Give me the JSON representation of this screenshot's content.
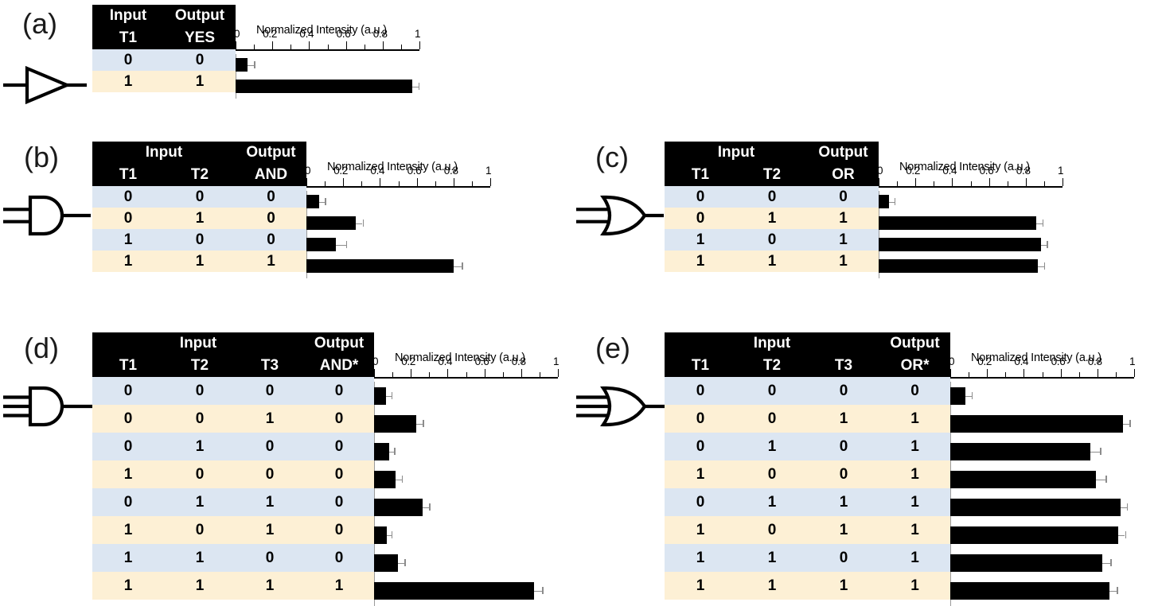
{
  "figure": {
    "axis_title": "Normalized Intensity (a.u.)",
    "axis_ticks": [
      "0",
      "0.2",
      "0.4",
      "0.6",
      "0.8",
      "1"
    ],
    "axis_min": 0,
    "axis_max": 1,
    "colors": {
      "header_bg": "#000000",
      "header_text": "#ffffff",
      "row_blue": "#dce6f2",
      "row_cream": "#fdf0d5",
      "bar": "#000000",
      "error_bar": "#808080"
    }
  },
  "panels": [
    {
      "letter": "(a)",
      "gate": "buffer-yes-gate",
      "inputs": 1,
      "header_groups": [
        "Input",
        "Output"
      ],
      "columns": [
        "T1",
        "YES"
      ],
      "rows": [
        {
          "cells": [
            "0",
            "0"
          ],
          "shade": "blue"
        },
        {
          "cells": [
            "1",
            "1"
          ],
          "shade": "cream"
        }
      ],
      "chart_data": {
        "type": "bar",
        "title": "Normalized Intensity (a.u.)",
        "xlabel": "Normalized Intensity (a.u.)",
        "ylabel": "",
        "orientation": "horizontal",
        "xlim": [
          0,
          1
        ],
        "xticks": [
          0,
          0.2,
          0.4,
          0.6,
          0.8,
          1
        ],
        "categories": [
          "0",
          "1"
        ],
        "values": [
          0.065,
          0.96
        ],
        "errors": [
          0.035,
          0.035
        ],
        "grid": false,
        "legend": "none"
      }
    },
    {
      "letter": "(b)",
      "gate": "and-gate",
      "inputs": 2,
      "header_groups": [
        "Input",
        "Output"
      ],
      "columns": [
        "T1",
        "T2",
        "AND"
      ],
      "rows": [
        {
          "cells": [
            "0",
            "0",
            "0"
          ],
          "shade": "blue"
        },
        {
          "cells": [
            "0",
            "1",
            "0"
          ],
          "shade": "cream"
        },
        {
          "cells": [
            "1",
            "0",
            "0"
          ],
          "shade": "blue"
        },
        {
          "cells": [
            "1",
            "1",
            "1"
          ],
          "shade": "cream"
        }
      ],
      "chart_data": {
        "type": "bar",
        "title": "Normalized Intensity (a.u.)",
        "xlabel": "Normalized Intensity (a.u.)",
        "ylabel": "",
        "orientation": "horizontal",
        "xlim": [
          0,
          1
        ],
        "xticks": [
          0,
          0.2,
          0.4,
          0.6,
          0.8,
          1
        ],
        "categories": [
          "00",
          "01",
          "10",
          "11"
        ],
        "values": [
          0.07,
          0.27,
          0.16,
          0.8
        ],
        "errors": [
          0.03,
          0.035,
          0.055,
          0.045
        ],
        "grid": false,
        "legend": "none"
      }
    },
    {
      "letter": "(c)",
      "gate": "or-gate",
      "inputs": 2,
      "header_groups": [
        "Input",
        "Output"
      ],
      "columns": [
        "T1",
        "T2",
        "OR"
      ],
      "rows": [
        {
          "cells": [
            "0",
            "0",
            "0"
          ],
          "shade": "blue"
        },
        {
          "cells": [
            "0",
            "1",
            "1"
          ],
          "shade": "cream"
        },
        {
          "cells": [
            "1",
            "0",
            "1"
          ],
          "shade": "blue"
        },
        {
          "cells": [
            "1",
            "1",
            "1"
          ],
          "shade": "cream"
        }
      ],
      "chart_data": {
        "type": "bar",
        "title": "Normalized Intensity (a.u.)",
        "xlabel": "Normalized Intensity (a.u.)",
        "ylabel": "",
        "orientation": "horizontal",
        "xlim": [
          0,
          1
        ],
        "xticks": [
          0,
          0.2,
          0.4,
          0.6,
          0.8,
          1
        ],
        "categories": [
          "00",
          "01",
          "10",
          "11"
        ],
        "values": [
          0.055,
          0.855,
          0.885,
          0.865
        ],
        "errors": [
          0.03,
          0.035,
          0.03,
          0.035
        ],
        "grid": false,
        "legend": "none"
      }
    },
    {
      "letter": "(d)",
      "gate": "and3-gate",
      "inputs": 3,
      "header_groups": [
        "Input",
        "Output"
      ],
      "columns": [
        "T1",
        "T2",
        "T3",
        "AND*"
      ],
      "rows": [
        {
          "cells": [
            "0",
            "0",
            "0",
            "0"
          ],
          "shade": "blue"
        },
        {
          "cells": [
            "0",
            "0",
            "1",
            "0"
          ],
          "shade": "cream"
        },
        {
          "cells": [
            "0",
            "1",
            "0",
            "0"
          ],
          "shade": "blue"
        },
        {
          "cells": [
            "1",
            "0",
            "0",
            "0"
          ],
          "shade": "cream"
        },
        {
          "cells": [
            "0",
            "1",
            "1",
            "0"
          ],
          "shade": "blue"
        },
        {
          "cells": [
            "1",
            "0",
            "1",
            "0"
          ],
          "shade": "cream"
        },
        {
          "cells": [
            "1",
            "1",
            "0",
            "0"
          ],
          "shade": "blue"
        },
        {
          "cells": [
            "1",
            "1",
            "1",
            "1"
          ],
          "shade": "cream"
        }
      ],
      "chart_data": {
        "type": "bar",
        "title": "Normalized Intensity (a.u.)",
        "xlabel": "Normalized Intensity (a.u.)",
        "ylabel": "",
        "orientation": "horizontal",
        "xlim": [
          0,
          1
        ],
        "xticks": [
          0,
          0.2,
          0.4,
          0.6,
          0.8,
          1
        ],
        "categories": [
          "000",
          "001",
          "010",
          "100",
          "011",
          "101",
          "110",
          "111"
        ],
        "values": [
          0.065,
          0.23,
          0.08,
          0.115,
          0.265,
          0.07,
          0.13,
          0.87
        ],
        "errors": [
          0.03,
          0.035,
          0.03,
          0.035,
          0.035,
          0.025,
          0.035,
          0.045
        ],
        "grid": false,
        "legend": "none"
      }
    },
    {
      "letter": "(e)",
      "gate": "or3-gate",
      "inputs": 3,
      "header_groups": [
        "Input",
        "Output"
      ],
      "columns": [
        "T1",
        "T2",
        "T3",
        "OR*"
      ],
      "rows": [
        {
          "cells": [
            "0",
            "0",
            "0",
            "0"
          ],
          "shade": "blue"
        },
        {
          "cells": [
            "0",
            "0",
            "1",
            "1"
          ],
          "shade": "cream"
        },
        {
          "cells": [
            "0",
            "1",
            "0",
            "1"
          ],
          "shade": "blue"
        },
        {
          "cells": [
            "1",
            "0",
            "0",
            "1"
          ],
          "shade": "cream"
        },
        {
          "cells": [
            "0",
            "1",
            "1",
            "1"
          ],
          "shade": "blue"
        },
        {
          "cells": [
            "1",
            "0",
            "1",
            "1"
          ],
          "shade": "cream"
        },
        {
          "cells": [
            "1",
            "1",
            "0",
            "1"
          ],
          "shade": "blue"
        },
        {
          "cells": [
            "1",
            "1",
            "1",
            "1"
          ],
          "shade": "cream"
        }
      ],
      "chart_data": {
        "type": "bar",
        "title": "Normalized Intensity (a.u.)",
        "xlabel": "Normalized Intensity (a.u.)",
        "ylabel": "",
        "orientation": "horizontal",
        "xlim": [
          0,
          1
        ],
        "xticks": [
          0,
          0.2,
          0.4,
          0.6,
          0.8,
          1
        ],
        "categories": [
          "000",
          "001",
          "010",
          "100",
          "011",
          "101",
          "110",
          "111"
        ],
        "values": [
          0.08,
          0.94,
          0.76,
          0.79,
          0.925,
          0.915,
          0.825,
          0.865
        ],
        "errors": [
          0.035,
          0.035,
          0.055,
          0.055,
          0.035,
          0.035,
          0.045,
          0.04
        ],
        "grid": false,
        "legend": "none"
      }
    }
  ]
}
